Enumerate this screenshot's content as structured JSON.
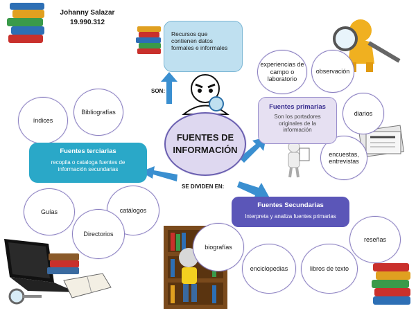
{
  "author": {
    "name": "Johanny Salazar",
    "id": "19.990.312"
  },
  "center": {
    "line1": "FUENTES DE",
    "line2": "INFORMACIÓN"
  },
  "top_box": {
    "line1": "Recursos que",
    "line2": "contienen datos",
    "line3": "formales e informales"
  },
  "connectors": {
    "son": "SON:",
    "se_dividen": "SE DIVIDEN EN:"
  },
  "primarias": {
    "title": "Fuentes primarias",
    "desc1": "Son los portadores",
    "desc2": "originales de la",
    "desc3": "información",
    "items": [
      "experiencias de campo o laboratorio",
      "observación",
      "diarios",
      "encuestas, entrevistas"
    ]
  },
  "terciarias": {
    "title": "Fuentes terciarias",
    "desc1": "recopila o cataloga fuentes de",
    "desc2": "información secundarias",
    "items": [
      "índices",
      "Bibliografías",
      "Guías",
      "catálogos",
      "Directorios"
    ]
  },
  "secundarias": {
    "title": "Fuentes Secundarias",
    "desc": "Interpreta y analiza fuentes primarias",
    "items": [
      "biografías",
      "reseñas",
      "enciclopedias",
      "libros de texto"
    ]
  },
  "colors": {
    "primarias": "#e6e0f2",
    "terciarias": "#2aa8c8",
    "secundarias": "#5b56b8",
    "top_box": "#bfe0f0",
    "center_fill": "#ded8f0"
  }
}
